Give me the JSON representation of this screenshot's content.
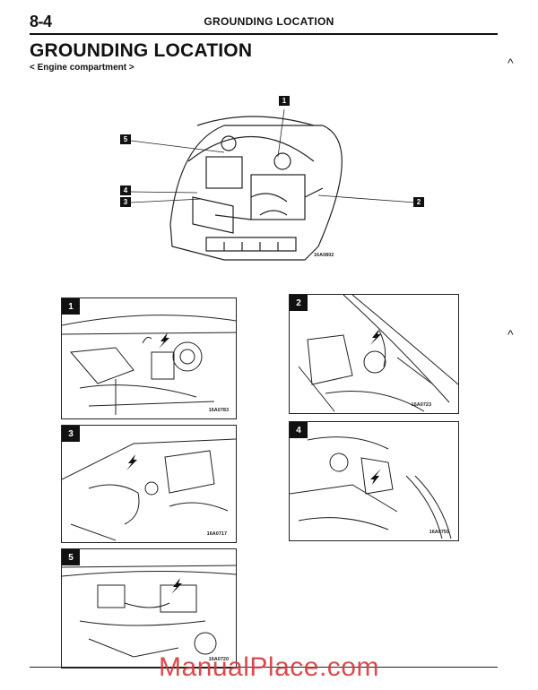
{
  "header": {
    "page_number": "8-4",
    "running_title": "GROUNDING LOCATION"
  },
  "title": "GROUNDING LOCATION",
  "subtitle": "< Engine compartment >",
  "overview": {
    "code": "16A0802",
    "callouts": [
      "1",
      "5",
      "4",
      "3",
      "2"
    ]
  },
  "figures": [
    {
      "number": "1",
      "code": "16A0783"
    },
    {
      "number": "2",
      "code": "16A0723"
    },
    {
      "number": "3",
      "code": "16A0717"
    },
    {
      "number": "4",
      "code": "16A0759"
    },
    {
      "number": "5",
      "code": "16A0720"
    }
  ],
  "watermark": "ManualPlace.com",
  "margin_marks": [
    "^",
    "^"
  ]
}
